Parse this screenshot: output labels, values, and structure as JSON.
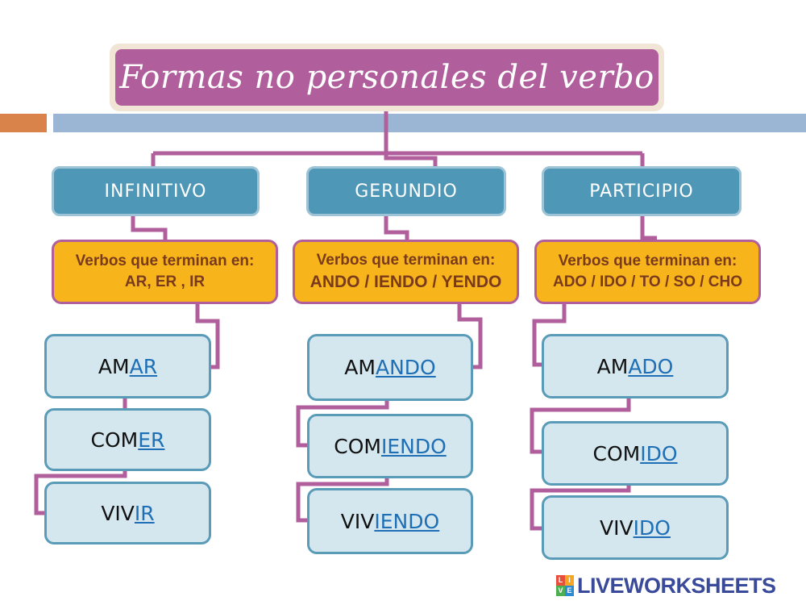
{
  "title": "Formas no personales del verbo",
  "columns": [
    {
      "category": "INFINITIVO",
      "rule_line1": "Verbos que terminan en:",
      "rule_line2": "AR, ER , IR",
      "examples": [
        {
          "stem": "AM",
          "suffix": "AR"
        },
        {
          "stem": "COM",
          "suffix": "ER"
        },
        {
          "stem": "VIV",
          "suffix": "IR"
        }
      ]
    },
    {
      "category": "GERUNDIO",
      "rule_line1": "Verbos que terminan en:",
      "rule_line2": "ANDO / IENDO / YENDO",
      "examples": [
        {
          "stem": "AM",
          "suffix": "ANDO"
        },
        {
          "stem": "COM",
          "suffix": "IENDO"
        },
        {
          "stem": "VIV",
          "suffix": "IENDO"
        }
      ]
    },
    {
      "category": "PARTICIPIO",
      "rule_line1": "Verbos que terminan en:",
      "rule_line2": "ADO / IDO / TO / SO / CHO",
      "examples": [
        {
          "stem": "AM",
          "suffix": "ADO"
        },
        {
          "stem": "COM",
          "suffix": "IDO"
        },
        {
          "stem": "VIV",
          "suffix": "IDO"
        }
      ]
    }
  ],
  "logo": {
    "text": "LIVEWORKSHEETS",
    "icon_letters": [
      "L",
      "I",
      "V",
      "E"
    ]
  },
  "colors": {
    "title_bg": "#b05f9c",
    "category_bg": "#4f97b7",
    "rule_bg": "#f7b51b",
    "example_bg": "#d4e7ef",
    "connector": "#b05f9c",
    "suffix_link": "#1e6fb5"
  }
}
